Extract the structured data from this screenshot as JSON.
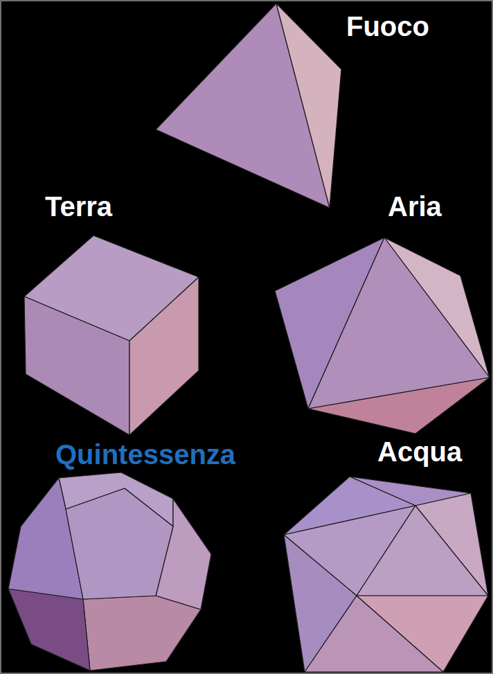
{
  "diagram": {
    "labels": [
      "Fuoco",
      "Terra",
      "Aria",
      "Quintessenza",
      "Acqua"
    ]
  }
}
